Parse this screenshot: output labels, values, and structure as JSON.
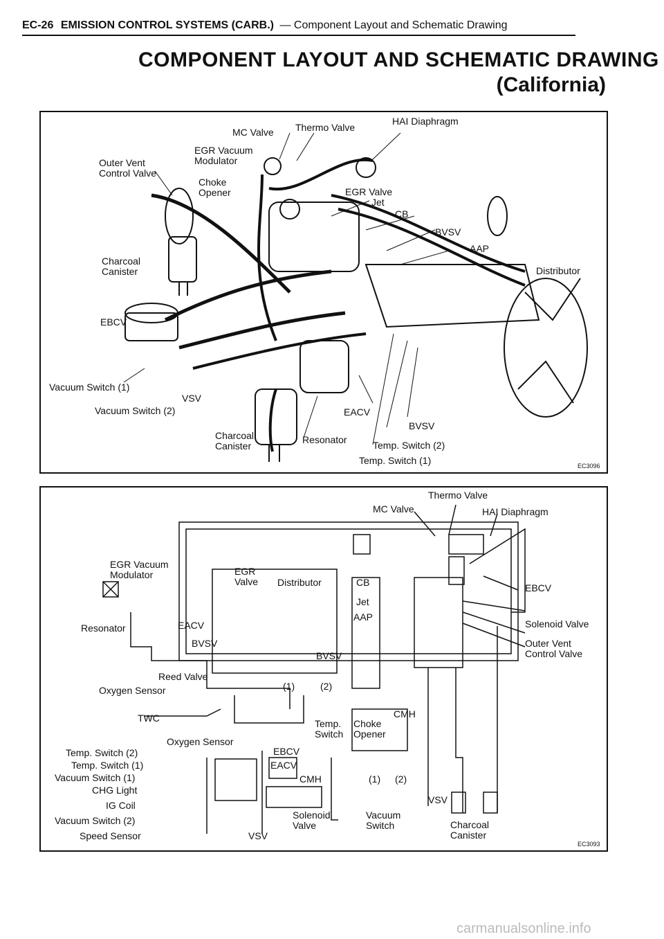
{
  "header": {
    "code": "EC-26",
    "section": "EMISSION CONTROL SYSTEMS (CARB.)",
    "subtitle": "— Component Layout and Schematic Drawing"
  },
  "title": {
    "line1": "COMPONENT LAYOUT AND SCHEMATIC DRAWING",
    "line2": "(California)"
  },
  "layout_diagram": {
    "code": "EC3096",
    "labels": {
      "mc_valve": "MC Valve",
      "thermo_valve": "Thermo Valve",
      "hai_diaphragm": "HAI Diaphragm",
      "egr_vacuum_modulator": "EGR Vacuum\nModulator",
      "outer_vent": "Outer Vent\nControl Valve",
      "choke_opener": "Choke\nOpener",
      "egr_valve": "EGR Valve",
      "jet": "Jet",
      "cb": "CB",
      "bvsv": "BVSV",
      "aap": "AAP",
      "distributor": "Distributor",
      "charcoal_canister": "Charcoal\nCanister",
      "ebcv": "EBCV",
      "vacuum_switch_1": "Vacuum Switch (1)",
      "vsv": "VSV",
      "vacuum_switch_2": "Vacuum Switch (2)",
      "charcoal_canister_2": "Charcoal\nCanister",
      "resonator": "Resonator",
      "eacv": "EACV",
      "bvsv_2": "BVSV",
      "temp_switch_2": "Temp. Switch (2)",
      "temp_switch_1": "Temp. Switch (1)"
    }
  },
  "schematic_diagram": {
    "code": "EC3093",
    "labels": {
      "thermo_valve": "Thermo Valve",
      "mc_valve": "MC Valve",
      "hai_diaphragm": "HAI Diaphragm",
      "egr_vacuum_modulator": "EGR Vacuum\nModulator",
      "egr_valve": "EGR\nValve",
      "distributor": "Distributor",
      "cb": "CB",
      "ebcv": "EBCV",
      "jet": "Jet",
      "resonator": "Resonator",
      "eacv": "EACV",
      "aap": "AAP",
      "solenoid_valve": "Solenoid Valve",
      "bvsv": "BVSV",
      "bvsv_2": "BVSV",
      "outer_vent": "Outer Vent\nControl Valve",
      "reed_valve": "Reed Valve",
      "oxygen_sensor": "Oxygen Sensor",
      "one": "(1)",
      "two": "(2)",
      "twc": "TWC",
      "cmh": "CMH",
      "temp_switch": "Temp.\nSwitch",
      "choke_opener": "Choke\nOpener",
      "oxygen_sensor_2": "Oxygen Sensor",
      "temp_switch_2": "Temp. Switch (2)",
      "ebcv_2": "EBCV",
      "temp_switch_1": "Temp. Switch (1)",
      "eacv_2": "EACV",
      "vacuum_switch_1": "Vacuum Switch (1)",
      "cmh_2": "CMH",
      "chg_light": "CHG Light",
      "vac_1": "(1)",
      "vac_2": "(2)",
      "ig_coil": "IG Coil",
      "vsv": "VSV",
      "vacuum_switch_2": "Vacuum Switch (2)",
      "solenoid_valve_2": "Solenoid\nValve",
      "vacuum_switch": "Vacuum\nSwitch",
      "charcoal_canister": "Charcoal\nCanister",
      "speed_sensor": "Speed Sensor",
      "vsv_2": "VSV"
    }
  },
  "watermark": "carmanualsonline.info"
}
